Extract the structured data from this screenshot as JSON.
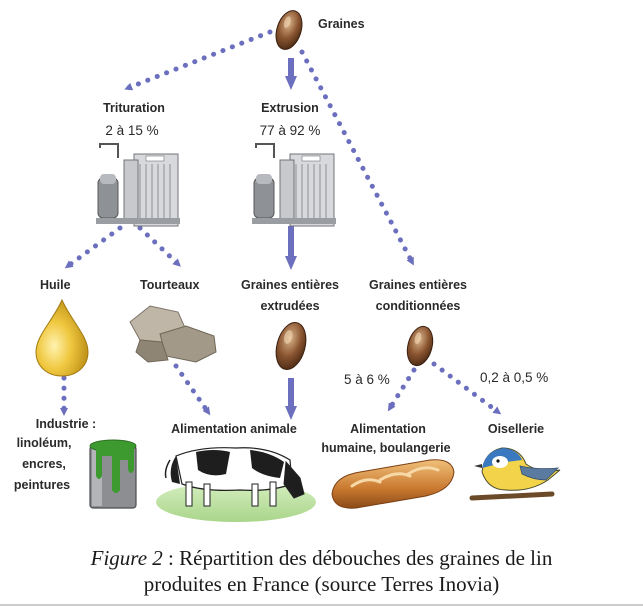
{
  "nodes": {
    "graines": "Graines",
    "trituration": "Trituration",
    "trituration_pct": "2 à 15 %",
    "extrusion": "Extrusion",
    "extrusion_pct": "77 à 92 %",
    "huile": "Huile",
    "tourteaux": "Tourteaux",
    "extrudees_l1": "Graines entières",
    "extrudees_l2": "extrudées",
    "conditionnees_l1": "Graines entières",
    "conditionnees_l2": "conditionnées",
    "alim_humaine_pct": "5 à 6 %",
    "oisellerie_pct": "0,2 à 0,5 %",
    "industrie_l1": "Industrie :",
    "industrie_l2": "linoléum,",
    "industrie_l3": "encres,",
    "industrie_l4": "peintures",
    "alim_animale": "Alimentation animale",
    "alim_humaine_l1": "Alimentation",
    "alim_humaine_l2": "humaine, boulangerie",
    "oisellerie": "Oisellerie"
  },
  "caption": {
    "figure_label": "Figure 2",
    "line1": " : Répartition des débouches des graines de lin",
    "line2": "produites en France (source Terres Inovia)"
  },
  "colors": {
    "arrow": "#6b6fbd",
    "seed": "#7a4a2a",
    "oil": "#e0b62b",
    "cake": "#a3988a",
    "green": "#4f8f3a",
    "bread": "#c9782f"
  },
  "icons": [
    "seed-icon",
    "factory-icon",
    "oil-drop-icon",
    "oilcake-icon",
    "paint-can-icon",
    "cow-icon",
    "bread-icon",
    "bird-icon"
  ]
}
